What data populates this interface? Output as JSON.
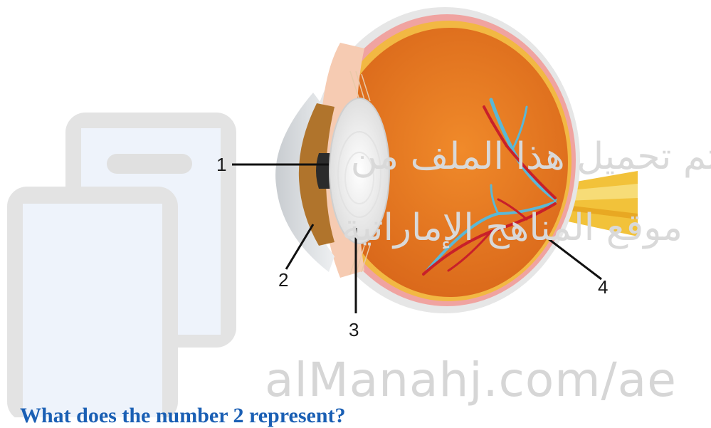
{
  "watermark": {
    "arabic_line1": "تم تحميل هذا الملف من",
    "arabic_line2": "موقع المناهج الإماراتية",
    "site": "alManahj.com/ae"
  },
  "diagram": {
    "labels": [
      "1",
      "2",
      "3",
      "4"
    ],
    "colors": {
      "sclera": "#e6e6e6",
      "choroid": "#f0a3a0",
      "vitreous": "#e57a1e",
      "iris": "#b0742c",
      "lens": "#f4f4f4",
      "artery": "#c8202a",
      "vein": "#5ab8d6",
      "optic_nerve": "#f2c23a"
    },
    "icon": "document-stack-icon"
  },
  "question": "What does the number 2 represent?"
}
